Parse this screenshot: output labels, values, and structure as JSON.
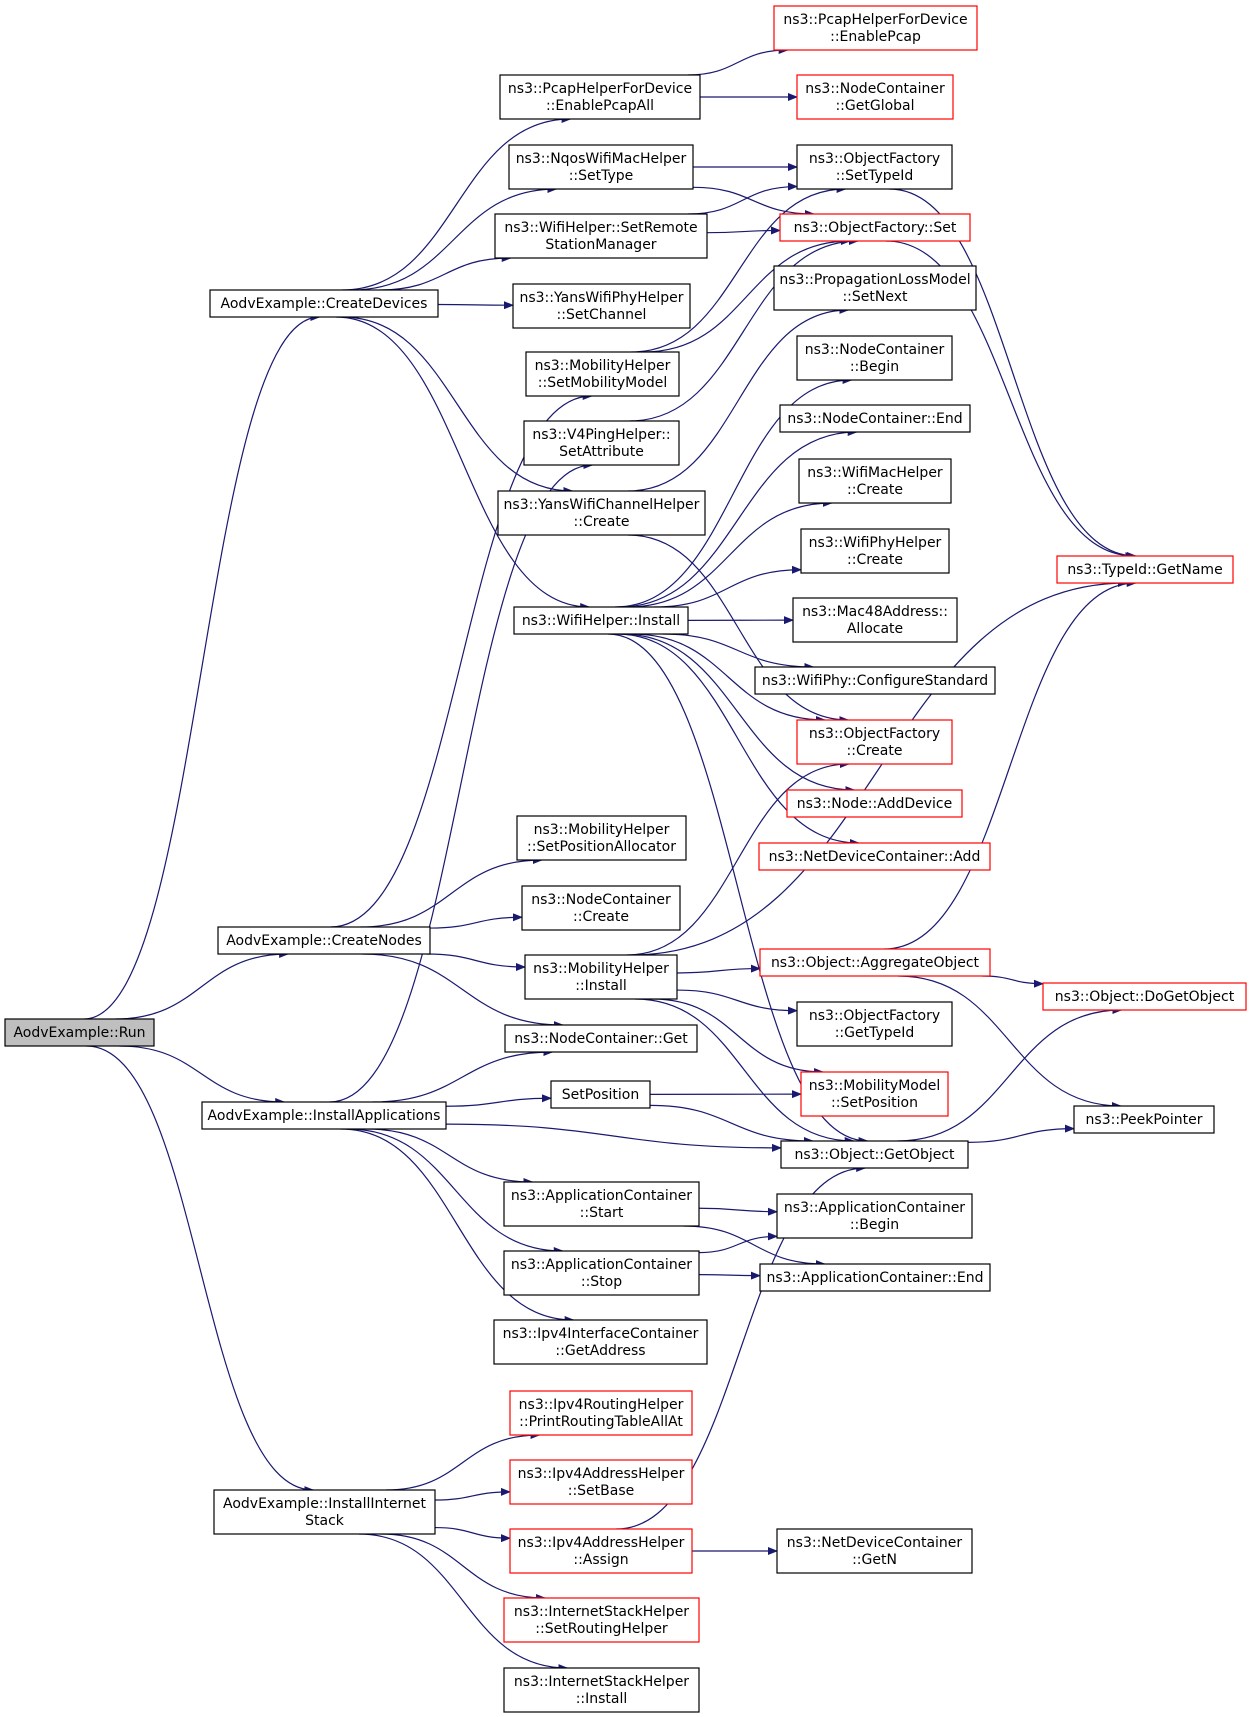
{
  "colors": {
    "edge": "#191970",
    "node_border": "#000000",
    "node_border_external": "#ff0000",
    "root_fill": "#bfbfbf",
    "background": "#ffffff"
  },
  "nodes": [
    {
      "id": "run",
      "lines": [
        "AodvExample::Run"
      ],
      "style": "root"
    },
    {
      "id": "createdevices",
      "lines": [
        "AodvExample::CreateDevices"
      ],
      "style": "normal"
    },
    {
      "id": "createnodes",
      "lines": [
        "AodvExample::CreateNodes"
      ],
      "style": "normal"
    },
    {
      "id": "installapps",
      "lines": [
        "AodvExample::InstallApplications"
      ],
      "style": "normal"
    },
    {
      "id": "installinternet",
      "lines": [
        "AodvExample::InstallInternet",
        "Stack"
      ],
      "style": "normal"
    },
    {
      "id": "pcapall",
      "lines": [
        "ns3::PcapHelperForDevice",
        "::EnablePcapAll"
      ],
      "style": "normal"
    },
    {
      "id": "nqos",
      "lines": [
        "ns3::NqosWifiMacHelper",
        "::SetType"
      ],
      "style": "normal"
    },
    {
      "id": "setremote",
      "lines": [
        "ns3::WifiHelper::SetRemote",
        "StationManager"
      ],
      "style": "normal"
    },
    {
      "id": "yanssetchannel",
      "lines": [
        "ns3::YansWifiPhyHelper",
        "::SetChannel"
      ],
      "style": "normal"
    },
    {
      "id": "setmobmodel",
      "lines": [
        "ns3::MobilityHelper",
        "::SetMobilityModel"
      ],
      "style": "normal"
    },
    {
      "id": "v4ping",
      "lines": [
        "ns3::V4PingHelper::",
        "SetAttribute"
      ],
      "style": "normal"
    },
    {
      "id": "yanschancreate",
      "lines": [
        "ns3::YansWifiChannelHelper",
        "::Create"
      ],
      "style": "normal"
    },
    {
      "id": "wifiinstall",
      "lines": [
        "ns3::WifiHelper::Install"
      ],
      "style": "normal"
    },
    {
      "id": "setposalloc",
      "lines": [
        "ns3::MobilityHelper",
        "::SetPositionAllocator"
      ],
      "style": "normal"
    },
    {
      "id": "nccreate",
      "lines": [
        "ns3::NodeContainer",
        "::Create"
      ],
      "style": "normal"
    },
    {
      "id": "mobinstall",
      "lines": [
        "ns3::MobilityHelper",
        "::Install"
      ],
      "style": "normal"
    },
    {
      "id": "ncget",
      "lines": [
        "ns3::NodeContainer::Get"
      ],
      "style": "normal"
    },
    {
      "id": "setposition",
      "lines": [
        "SetPosition"
      ],
      "style": "normal"
    },
    {
      "id": "acstart",
      "lines": [
        "ns3::ApplicationContainer",
        "::Start"
      ],
      "style": "normal"
    },
    {
      "id": "acstop",
      "lines": [
        "ns3::ApplicationContainer",
        "::Stop"
      ],
      "style": "normal"
    },
    {
      "id": "ipv4ifaddr",
      "lines": [
        "ns3::Ipv4InterfaceContainer",
        "::GetAddress"
      ],
      "style": "normal"
    },
    {
      "id": "printrouting",
      "lines": [
        "ns3::Ipv4RoutingHelper",
        "::PrintRoutingTableAllAt"
      ],
      "style": "external"
    },
    {
      "id": "setbase",
      "lines": [
        "ns3::Ipv4AddressHelper",
        "::SetBase"
      ],
      "style": "external"
    },
    {
      "id": "assign",
      "lines": [
        "ns3::Ipv4AddressHelper",
        "::Assign"
      ],
      "style": "external"
    },
    {
      "id": "setroutinghelper",
      "lines": [
        "ns3::InternetStackHelper",
        "::SetRoutingHelper"
      ],
      "style": "external"
    },
    {
      "id": "ishinstall",
      "lines": [
        "ns3::InternetStackHelper",
        "::Install"
      ],
      "style": "normal"
    },
    {
      "id": "enablepcap",
      "lines": [
        "ns3::PcapHelperForDevice",
        "::EnablePcap"
      ],
      "style": "external"
    },
    {
      "id": "ncglobal",
      "lines": [
        "ns3::NodeContainer",
        "::GetGlobal"
      ],
      "style": "external"
    },
    {
      "id": "ofsettypeid",
      "lines": [
        "ns3::ObjectFactory",
        "::SetTypeId"
      ],
      "style": "normal"
    },
    {
      "id": "ofset",
      "lines": [
        "ns3::ObjectFactory::Set"
      ],
      "style": "external"
    },
    {
      "id": "plmsetnext",
      "lines": [
        "ns3::PropagationLossModel",
        "::SetNext"
      ],
      "style": "normal"
    },
    {
      "id": "ncbegin",
      "lines": [
        "ns3::NodeContainer",
        "::Begin"
      ],
      "style": "normal"
    },
    {
      "id": "ncend",
      "lines": [
        "ns3::NodeContainer::End"
      ],
      "style": "normal"
    },
    {
      "id": "wifimaccreate",
      "lines": [
        "ns3::WifiMacHelper",
        "::Create"
      ],
      "style": "normal"
    },
    {
      "id": "wifiphycreate",
      "lines": [
        "ns3::WifiPhyHelper",
        "::Create"
      ],
      "style": "normal"
    },
    {
      "id": "mac48",
      "lines": [
        "ns3::Mac48Address::",
        "Allocate"
      ],
      "style": "normal"
    },
    {
      "id": "configstd",
      "lines": [
        "ns3::WifiPhy::ConfigureStandard"
      ],
      "style": "normal"
    },
    {
      "id": "ofcreate",
      "lines": [
        "ns3::ObjectFactory",
        "::Create"
      ],
      "style": "external"
    },
    {
      "id": "adddevice",
      "lines": [
        "ns3::Node::AddDevice"
      ],
      "style": "external"
    },
    {
      "id": "ndcadd",
      "lines": [
        "ns3::NetDeviceContainer::Add"
      ],
      "style": "external"
    },
    {
      "id": "aggregate",
      "lines": [
        "ns3::Object::AggregateObject"
      ],
      "style": "external"
    },
    {
      "id": "ofgettypeid",
      "lines": [
        "ns3::ObjectFactory",
        "::GetTypeId"
      ],
      "style": "normal"
    },
    {
      "id": "mmsetpos",
      "lines": [
        "ns3::MobilityModel",
        "::SetPosition"
      ],
      "style": "external"
    },
    {
      "id": "getobject",
      "lines": [
        "ns3::Object::GetObject"
      ],
      "style": "normal"
    },
    {
      "id": "acbegin",
      "lines": [
        "ns3::ApplicationContainer",
        "::Begin"
      ],
      "style": "normal"
    },
    {
      "id": "acend",
      "lines": [
        "ns3::ApplicationContainer::End"
      ],
      "style": "normal"
    },
    {
      "id": "ndcgetn",
      "lines": [
        "ns3::NetDeviceContainer",
        "::GetN"
      ],
      "style": "normal"
    },
    {
      "id": "typeidgetname",
      "lines": [
        "ns3::TypeId::GetName"
      ],
      "style": "external"
    },
    {
      "id": "dogetobject",
      "lines": [
        "ns3::Object::DoGetObject"
      ],
      "style": "external"
    },
    {
      "id": "peekpointer",
      "lines": [
        "ns3::PeekPointer"
      ],
      "style": "normal"
    }
  ],
  "edges": [
    [
      "run",
      "createdevices"
    ],
    [
      "run",
      "createnodes"
    ],
    [
      "run",
      "installapps"
    ],
    [
      "run",
      "installinternet"
    ],
    [
      "createdevices",
      "pcapall"
    ],
    [
      "createdevices",
      "nqos"
    ],
    [
      "createdevices",
      "setremote"
    ],
    [
      "createdevices",
      "yanssetchannel"
    ],
    [
      "createdevices",
      "yanschancreate"
    ],
    [
      "createdevices",
      "wifiinstall"
    ],
    [
      "pcapall",
      "enablepcap"
    ],
    [
      "pcapall",
      "ncglobal"
    ],
    [
      "nqos",
      "ofsettypeid"
    ],
    [
      "nqos",
      "ofset"
    ],
    [
      "setremote",
      "ofsettypeid"
    ],
    [
      "setremote",
      "ofset"
    ],
    [
      "setmobmodel",
      "ofsettypeid"
    ],
    [
      "setmobmodel",
      "ofset"
    ],
    [
      "v4ping",
      "ofset"
    ],
    [
      "yanschancreate",
      "plmsetnext"
    ],
    [
      "yanschancreate",
      "ofcreate"
    ],
    [
      "wifiinstall",
      "ncbegin"
    ],
    [
      "wifiinstall",
      "ncend"
    ],
    [
      "wifiinstall",
      "wifimaccreate"
    ],
    [
      "wifiinstall",
      "wifiphycreate"
    ],
    [
      "wifiinstall",
      "mac48"
    ],
    [
      "wifiinstall",
      "configstd"
    ],
    [
      "wifiinstall",
      "ofcreate"
    ],
    [
      "wifiinstall",
      "adddevice"
    ],
    [
      "wifiinstall",
      "ndcadd"
    ],
    [
      "wifiinstall",
      "getobject"
    ],
    [
      "createnodes",
      "setmobmodel"
    ],
    [
      "createnodes",
      "setposalloc"
    ],
    [
      "createnodes",
      "nccreate"
    ],
    [
      "createnodes",
      "mobinstall"
    ],
    [
      "createnodes",
      "ncget"
    ],
    [
      "mobinstall",
      "ofcreate"
    ],
    [
      "mobinstall",
      "typeidgetname"
    ],
    [
      "mobinstall",
      "aggregate"
    ],
    [
      "mobinstall",
      "ofgettypeid"
    ],
    [
      "mobinstall",
      "mmsetpos"
    ],
    [
      "mobinstall",
      "getobject"
    ],
    [
      "installapps",
      "v4ping"
    ],
    [
      "installapps",
      "ncget"
    ],
    [
      "installapps",
      "setposition"
    ],
    [
      "installapps",
      "getobject"
    ],
    [
      "installapps",
      "acstart"
    ],
    [
      "installapps",
      "acstop"
    ],
    [
      "installapps",
      "ipv4ifaddr"
    ],
    [
      "setposition",
      "mmsetpos"
    ],
    [
      "setposition",
      "getobject"
    ],
    [
      "acstart",
      "acbegin"
    ],
    [
      "acstart",
      "acend"
    ],
    [
      "acstop",
      "acbegin"
    ],
    [
      "acstop",
      "acend"
    ],
    [
      "installinternet",
      "printrouting"
    ],
    [
      "installinternet",
      "setbase"
    ],
    [
      "installinternet",
      "assign"
    ],
    [
      "installinternet",
      "setroutinghelper"
    ],
    [
      "installinternet",
      "ishinstall"
    ],
    [
      "assign",
      "ndcgetn"
    ],
    [
      "assign",
      "getobject"
    ],
    [
      "ofsettypeid",
      "typeidgetname"
    ],
    [
      "ofset",
      "typeidgetname"
    ],
    [
      "aggregate",
      "typeidgetname"
    ],
    [
      "aggregate",
      "dogetobject"
    ],
    [
      "aggregate",
      "peekpointer"
    ],
    [
      "getobject",
      "dogetobject"
    ],
    [
      "getobject",
      "peekpointer"
    ]
  ]
}
